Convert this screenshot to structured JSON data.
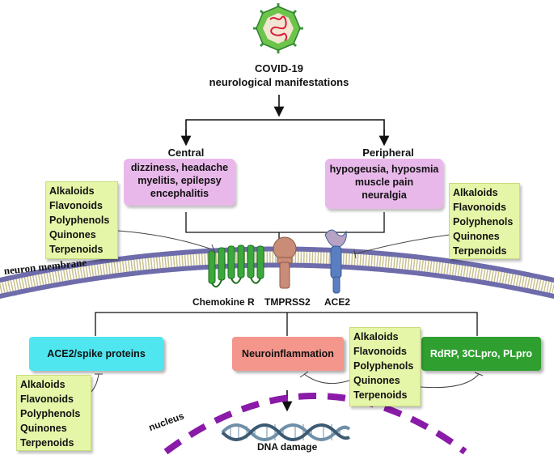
{
  "title": [
    "COVID-19",
    "neurological manifestations"
  ],
  "central": {
    "heading": "Central",
    "lines": [
      "dizziness, headache",
      "myelitis, epilepsy",
      "encephalitis"
    ]
  },
  "peripheral": {
    "heading": "Peripheral",
    "lines": [
      "hypogeusia, hyposmia",
      "muscle pain",
      "neuralgia"
    ]
  },
  "compounds": [
    "Alkaloids",
    "Flavonoids",
    "Polyphenols",
    "Quinones",
    "Terpenoids"
  ],
  "membrane_label": "neuron membrane",
  "receptors": [
    "Chemokine R",
    "TMPRSS2",
    "ACE2"
  ],
  "targets": {
    "ace2_spike": "ACE2/spike proteins",
    "neuroinflammation": "Neuroinflammation",
    "rdrp": "RdRP, 3CLpro, PLpro"
  },
  "nucleus_label": "nucleus",
  "dna_label": "DNA damage",
  "colors": {
    "pink_box": "#e9b8ea",
    "green_list": "#e6f6a8",
    "cyan_box": "#4fe6f0",
    "salmon_box": "#f4968c",
    "green_box": "#2fa02f",
    "nucleus": "#8a1aa8",
    "receptor_green": "#3aa83a",
    "tmprss2": "#c98c76",
    "ace2": "#5a7fc0"
  }
}
